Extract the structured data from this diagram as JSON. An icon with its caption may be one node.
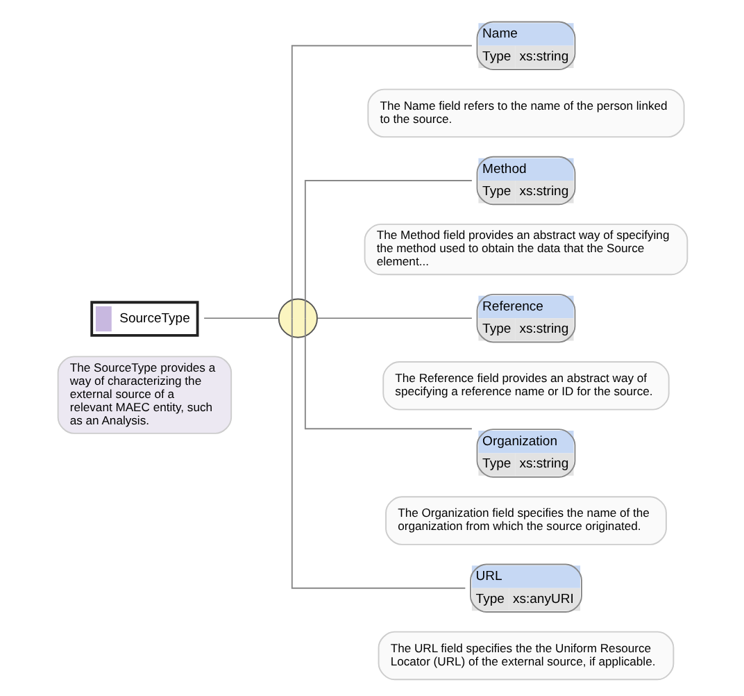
{
  "diagram": {
    "nodes": [
      {
        "text": [
          "SourceType"
        ],
        "beside": [
          "The SourceType provides a way of characterizing the external source of a relevant MAEC entity, such as an Analysis."
        ]
      },
      {
        "text": [],
        "shape": "circle"
      },
      {
        "text": [
          "Name",
          "Type",
          "xs:string"
        ],
        "beside": [
          "The Name field refers to the name of the person linked to the source."
        ]
      },
      {
        "text": [
          "Method",
          "Type",
          "xs:string"
        ],
        "beside": [
          "The Method field provides an abstract way of specifying the method used to obtain the data that the Source element..."
        ]
      },
      {
        "text": [
          "Reference",
          "Type",
          "xs:string"
        ],
        "beside": [
          "The Reference field provides an abstract way of specifying a reference name or ID for the source."
        ]
      },
      {
        "text": [
          "Organization",
          "Type",
          "xs:string"
        ],
        "beside": [
          "The Organization field specifies the name of the organization from which the source originated."
        ]
      },
      {
        "text": [
          "URL",
          "Type",
          "xs:anyURI"
        ],
        "beside": [
          "The URL field specifies the the Uniform Resource Locator (URL) of the external source, if applicable."
        ]
      }
    ],
    "edges": [
      {
        "from": 0,
        "to": 1,
        "arrow": "none"
      },
      {
        "from": 1,
        "to": 2,
        "arrow": "none"
      },
      {
        "from": 1,
        "to": 3,
        "arrow": "none"
      },
      {
        "from": 1,
        "to": 4,
        "arrow": "none"
      },
      {
        "from": 1,
        "to": 5,
        "arrow": "none"
      },
      {
        "from": 1,
        "to": 6,
        "arrow": "none"
      }
    ]
  }
}
